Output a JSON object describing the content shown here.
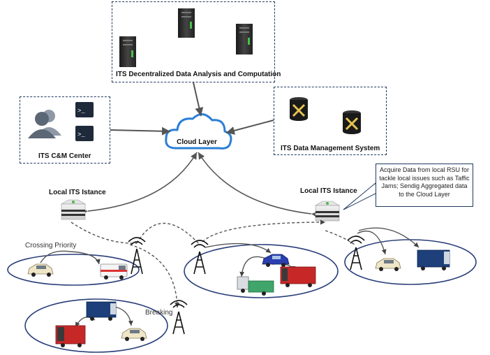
{
  "labels": {
    "decentralized": "ITS Decentralized Data Analysis and Computation",
    "cm_center": "ITS C&M Center",
    "data_mgmt": "ITS Data Management System",
    "cloud": "Cloud Layer",
    "local_left": "Local ITS Istance",
    "local_right": "Local ITS Istance",
    "crossing": "Crossing Priority",
    "breaking": "Breaking"
  },
  "callout": {
    "text": "Acquire Data from local RSU for tackle local issues such as Taffic Jams; Sendig Aggregated data to the Cloud Layer"
  },
  "terminal_prompt": ">_",
  "colors": {
    "box_border": "#1f3a5f",
    "cloud_stroke": "#2b7fd6",
    "arrow": "#555555",
    "ellipse": "#2a3f7a"
  }
}
